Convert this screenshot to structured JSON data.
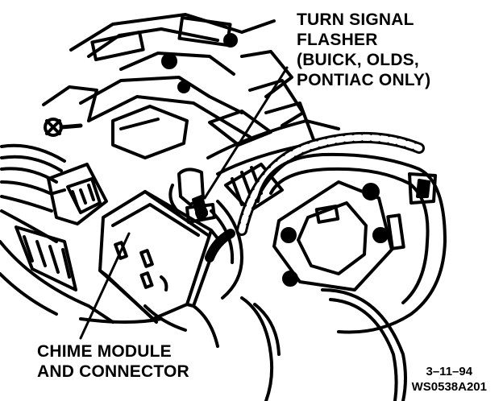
{
  "callouts": {
    "turn_signal_flasher": {
      "lines": [
        "TURN SIGNAL",
        "FLASHER",
        "(BUICK, OLDS,",
        "PONTIAC ONLY)"
      ]
    },
    "chime_module": {
      "lines": [
        "CHIME MODULE",
        "AND CONNECTOR"
      ]
    }
  },
  "figure_info": {
    "date": "3–11–94",
    "code": "WS0538A201"
  },
  "colors": {
    "ink": "#000000",
    "paper": "#ffffff"
  }
}
